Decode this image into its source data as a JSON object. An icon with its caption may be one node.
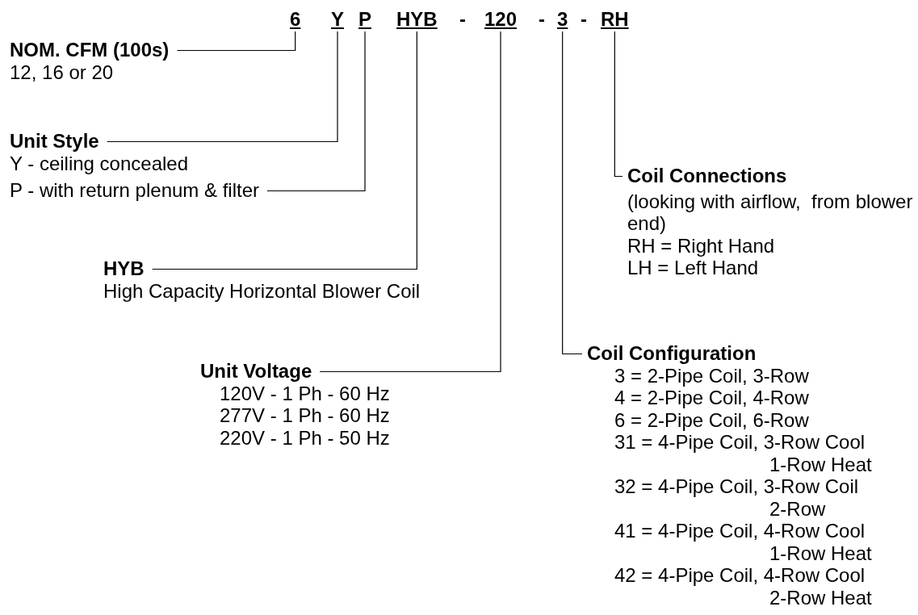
{
  "diagram": {
    "nodes": [
      {
        "text": [
          "6"
        ]
      },
      {
        "text": [
          "Y"
        ]
      },
      {
        "text": [
          "P"
        ]
      },
      {
        "text": [
          "HYB"
        ]
      },
      {
        "text": [
          "120"
        ]
      },
      {
        "text": [
          "3"
        ]
      },
      {
        "text": [
          "RH"
        ]
      },
      {
        "text": [
          "NOM. CFM (100s)",
          "12, 16 or 20"
        ]
      },
      {
        "text": [
          "Unit Style",
          "Y - ceiling concealed"
        ]
      },
      {
        "text": [
          "P - with return plenum & filter"
        ]
      },
      {
        "text": [
          "HYB",
          "High Capacity Horizontal Blower Coil"
        ]
      },
      {
        "text": [
          "Unit Voltage",
          "120V - 1 Ph - 60 Hz",
          "277V - 1 Ph - 60 Hz",
          "220V - 1 Ph - 50 Hz"
        ]
      },
      {
        "text": [
          "Coil Connections",
          "(looking with airflow,  from blower end)",
          "RH = Right Hand",
          "LH = Left Hand"
        ]
      },
      {
        "text": [
          "Coil Configuration",
          "3 = 2-Pipe Coil, 3-Row",
          "4 = 2-Pipe Coil, 4-Row",
          "6 = 2-Pipe Coil, 6-Row",
          "31 = 4-Pipe Coil, 3-Row Cool 1-Row Heat",
          "32 = 4-Pipe Coil, 3-Row Coil 2-Row",
          "41 = 4-Pipe Coil, 4-Row Cool 1-Row Heat",
          "42 = 4-Pipe Coil, 4-Row Cool 2-Row Heat"
        ]
      }
    ],
    "edges": [
      {
        "from": 7,
        "to": 0,
        "arrow": "none"
      },
      {
        "from": 8,
        "to": 1,
        "arrow": "none"
      },
      {
        "from": 9,
        "to": 2,
        "arrow": "none"
      },
      {
        "from": 10,
        "to": 3,
        "arrow": "none"
      },
      {
        "from": 11,
        "to": 4,
        "arrow": "none"
      },
      {
        "from": 12,
        "to": 6,
        "arrow": "none"
      },
      {
        "from": 13,
        "to": 5,
        "arrow": "none"
      }
    ],
    "labels": [
      "-",
      "-",
      "-"
    ]
  }
}
